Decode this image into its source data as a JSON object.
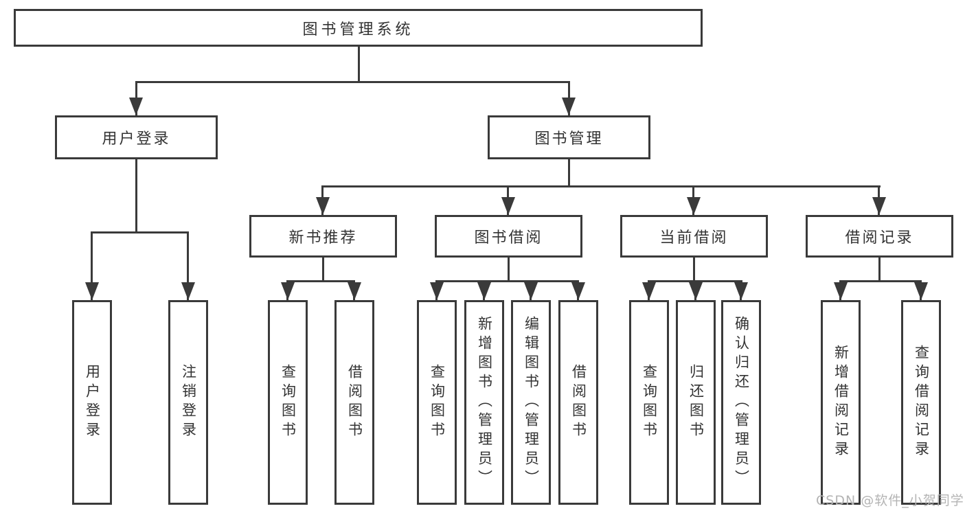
{
  "tree": {
    "root_label": "图书管理系统",
    "branches": [
      {
        "label": "用户登录",
        "leaves": [
          "用户登录",
          "注销登录"
        ]
      },
      {
        "label": "图书管理",
        "sections": [
          {
            "label": "新书推荐",
            "leaves": [
              "查询图书",
              "借阅图书"
            ]
          },
          {
            "label": "图书借阅",
            "leaves": [
              "查询图书",
              "新增图书（管理员）",
              "编辑图书（管理员）",
              "借阅图书"
            ]
          },
          {
            "label": "当前借阅",
            "leaves": [
              "查询图书",
              "归还图书",
              "确认归还（管理员）"
            ]
          },
          {
            "label": "借阅记录",
            "leaves": [
              "新增借阅记录",
              "查询借阅记录"
            ]
          }
        ]
      }
    ]
  },
  "watermark": "CSDN @软件_小贺同学",
  "colors": {
    "line": "#3a3a3a",
    "text": "#333333",
    "background": "#ffffff",
    "watermark": "#b4b4b4"
  }
}
